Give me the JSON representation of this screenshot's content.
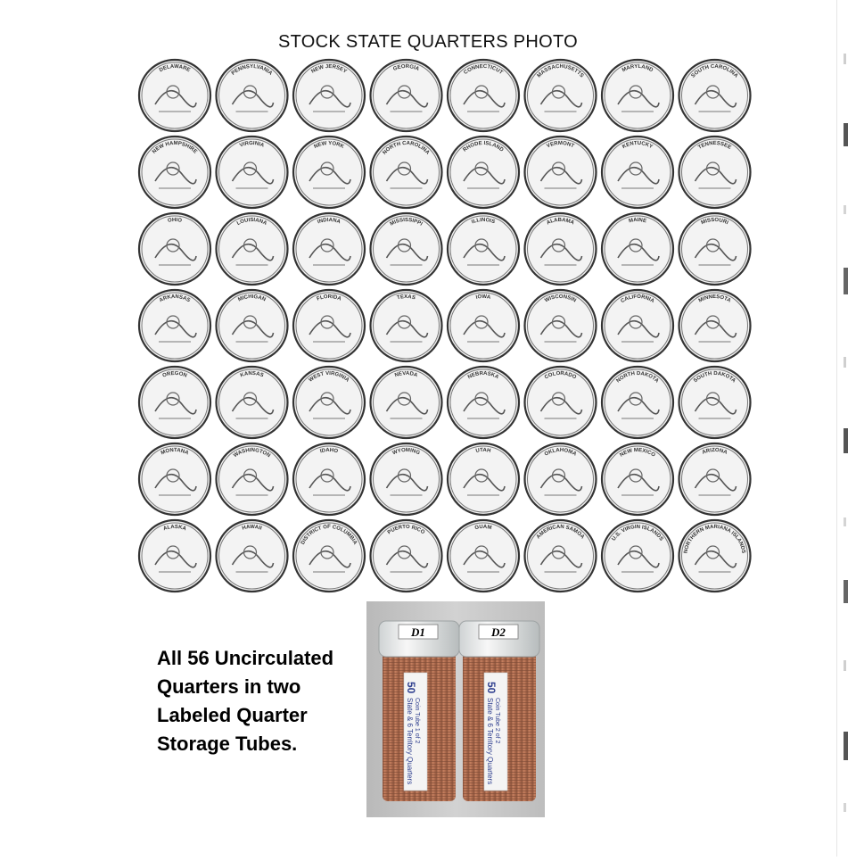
{
  "title": "STOCK STATE QUARTERS  PHOTO",
  "caption": {
    "lines": [
      "All 56 Uncirculated",
      "Quarters in two",
      "Labeled Quarter",
      "Storage Tubes."
    ]
  },
  "coins": [
    [
      "DELAWARE",
      "PENNSYLVANIA",
      "NEW JERSEY",
      "GEORGIA",
      "CONNECTICUT",
      "MASSACHUSETTS",
      "MARYLAND",
      "SOUTH CAROLINA"
    ],
    [
      "NEW HAMPSHIRE",
      "VIRGINIA",
      "NEW YORK",
      "NORTH CAROLINA",
      "RHODE ISLAND",
      "VERMONT",
      "KENTUCKY",
      "TENNESSEE"
    ],
    [
      "OHIO",
      "LOUISIANA",
      "INDIANA",
      "MISSISSIPPI",
      "ILLINOIS",
      "ALABAMA",
      "MAINE",
      "MISSOURI"
    ],
    [
      "ARKANSAS",
      "MICHIGAN",
      "FLORIDA",
      "TEXAS",
      "IOWA",
      "WISCONSIN",
      "CALIFORNIA",
      "MINNESOTA"
    ],
    [
      "OREGON",
      "KANSAS",
      "WEST VIRGINIA",
      "NEVADA",
      "NEBRASKA",
      "COLORADO",
      "NORTH DAKOTA",
      "SOUTH DAKOTA"
    ],
    [
      "MONTANA",
      "WASHINGTON",
      "IDAHO",
      "WYOMING",
      "UTAH",
      "OKLAHOMA",
      "NEW MEXICO",
      "ARIZONA"
    ],
    [
      "ALASKA",
      "HAWAII",
      "DISTRICT OF COLUMBIA",
      "PUERTO RICO",
      "GUAM",
      "AMERICAN SAMOA",
      "U.S. VIRGIN ISLANDS",
      "NORTHERN MARIANA ISLANDS"
    ]
  ],
  "tubes": [
    {
      "cap_label": "D1",
      "band_big": "50",
      "band_text": "State & 6 Territory Quarters",
      "band_sub": "Coin Tube 1 of 2"
    },
    {
      "cap_label": "D2",
      "band_big": "50",
      "band_text": "State & 6 Territory Quarters",
      "band_sub": "Coin Tube 2 of 2"
    }
  ],
  "colors": {
    "coin_fill": "#f2f2f2",
    "coin_rim": "#3a3a3a",
    "tube_bg": "#c4c4c4",
    "coin_copper": "#b5623a",
    "band_text": "#2f3f8f"
  }
}
